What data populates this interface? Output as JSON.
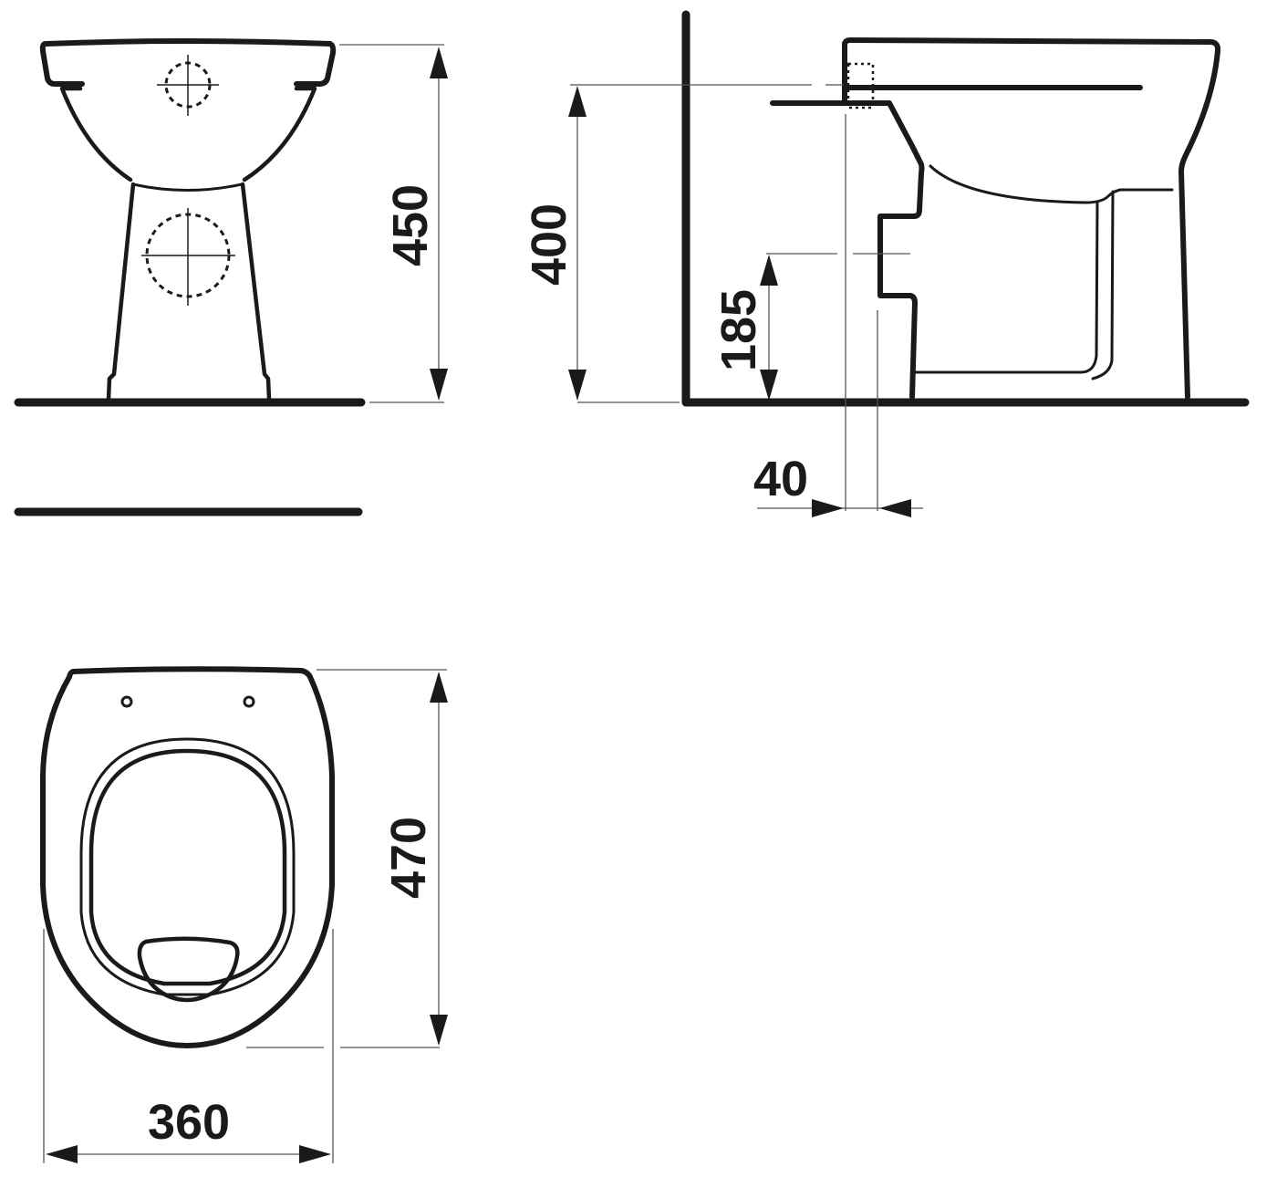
{
  "drawing": {
    "type": "technical dimension drawing",
    "subject": "floor-standing toilet",
    "views": [
      {
        "name": "front-view",
        "dimension_label": "450",
        "dimension_orientation": "vertical"
      },
      {
        "name": "side-view",
        "dimension_labels": [
          "400",
          "185",
          "40"
        ]
      },
      {
        "name": "top-view",
        "dimension_labels": [
          "470",
          "360"
        ]
      }
    ]
  },
  "dimensions": {
    "front_height": "450",
    "side_outlet_height": "400",
    "side_inlet_height": "185",
    "side_wall_offset": "40",
    "top_depth": "470",
    "top_width": "360"
  },
  "colors": {
    "line": "#1a1a1a",
    "dimension_line": "#555555",
    "background": "#ffffff"
  }
}
